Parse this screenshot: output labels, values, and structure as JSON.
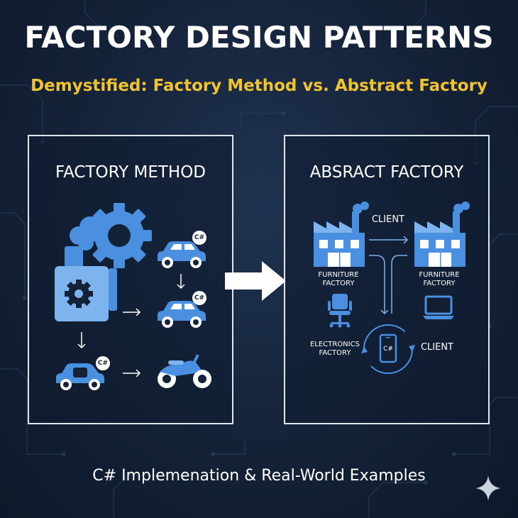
{
  "header": {
    "title": "FACTORY DESIGN PATTERNS",
    "subtitle": "Demystified: Factory Method vs. Abstract Factory"
  },
  "factory_method": {
    "title": "FACTORY METHOD",
    "badges": [
      "C#",
      "C#",
      "C#"
    ]
  },
  "abstract_factory": {
    "title": "ABSRACT FACTORY",
    "client_top": "CLIENT",
    "client_bottom": "CLIENT",
    "furniture_left_1": "FURNITURE",
    "furniture_left_2": "FACTORY",
    "furniture_right_1": "FURNITURE",
    "furniture_right_2": "FACTORY",
    "electronics_1": "ELECTRONICS",
    "electronics_2": "FACTORY",
    "phone_badge": "C#"
  },
  "footer": {
    "caption": "C# Implemenation & Real-World Examples"
  },
  "colors": {
    "accent_blue": "#4a8fe0",
    "light_blue": "#7db3ee",
    "subtitle_yellow": "#f2c230",
    "background": "#142238"
  },
  "icons": [
    "gear-icon",
    "factory-icon",
    "car-icon",
    "motorcycle-icon",
    "chair-icon",
    "laptop-icon",
    "phone-icon",
    "arrow-right-icon",
    "sparkle-icon"
  ]
}
